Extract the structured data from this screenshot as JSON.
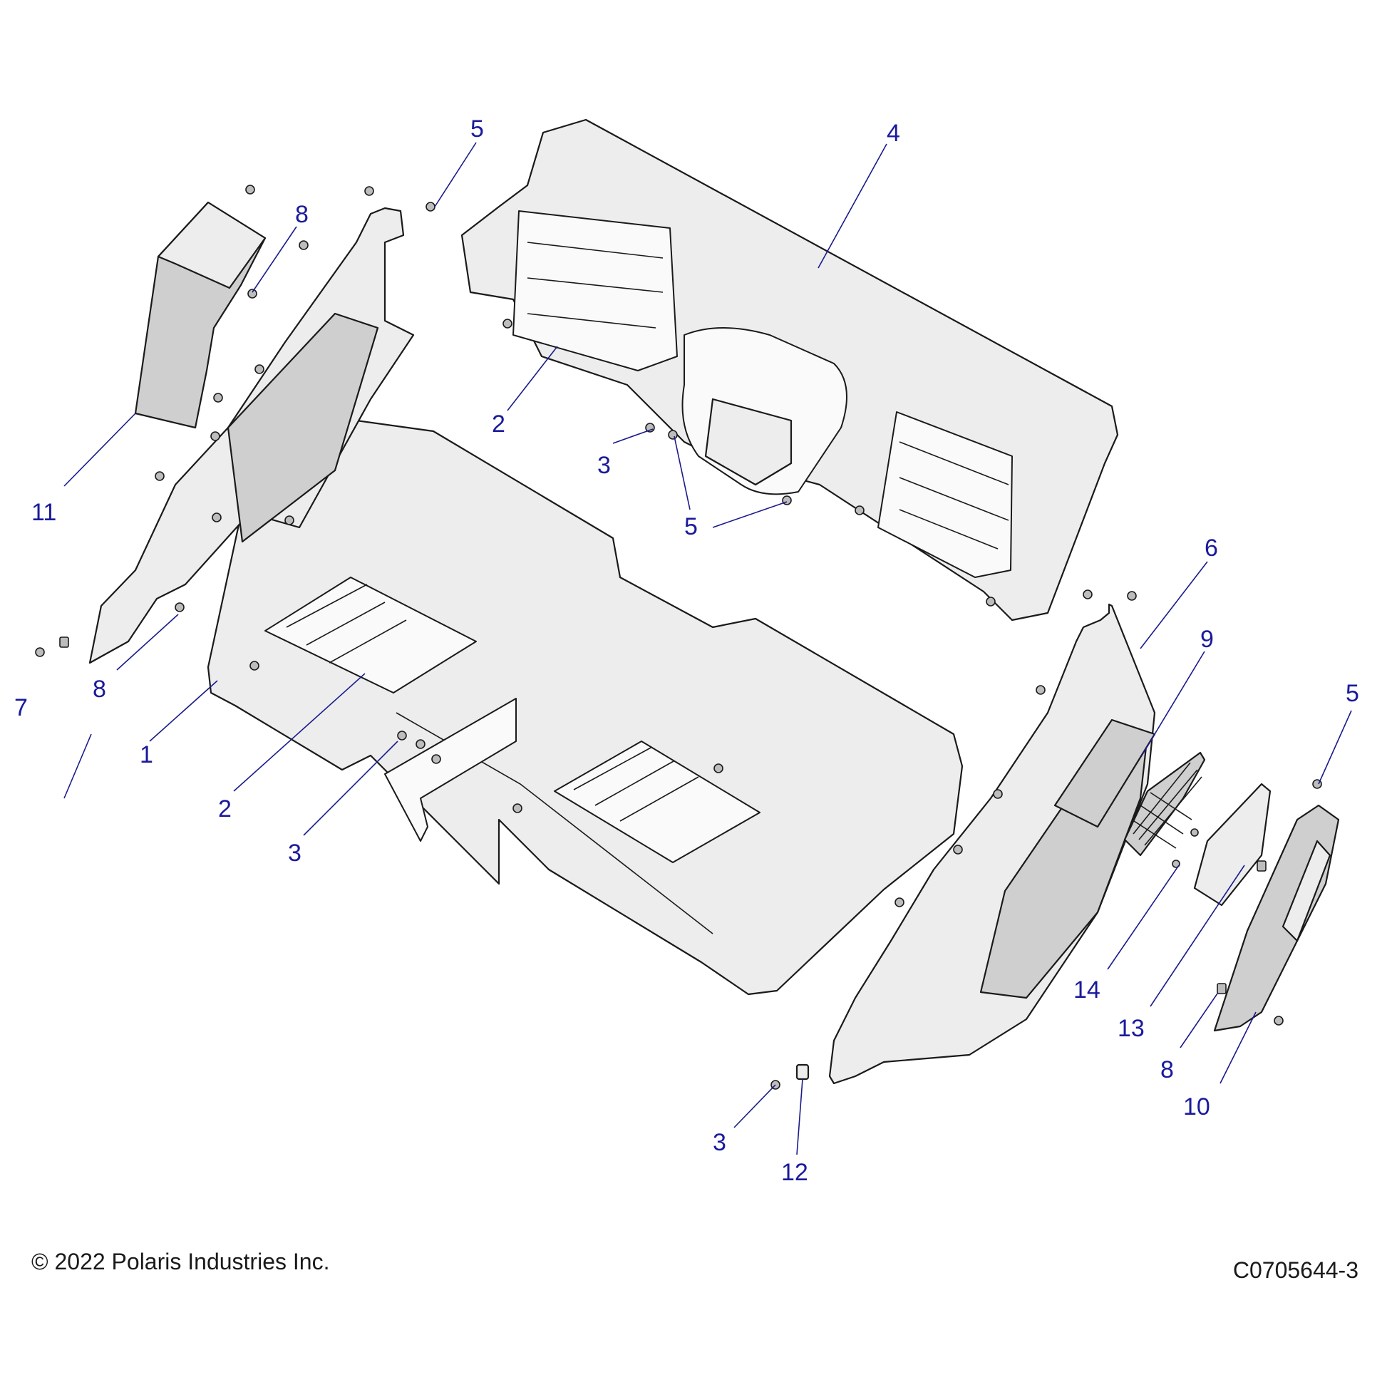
{
  "diagram": {
    "callouts": [
      {
        "label": "1",
        "part": "floor-tray-left"
      },
      {
        "label": "2",
        "part": "floor-mat-upper"
      },
      {
        "label": "2",
        "part": "floor-mat-lower"
      },
      {
        "label": "3",
        "part": "screw-upper"
      },
      {
        "label": "3",
        "part": "screw-middle"
      },
      {
        "label": "3",
        "part": "screw-lower"
      },
      {
        "label": "4",
        "part": "rear-panel"
      },
      {
        "label": "5",
        "part": "push-rivet-top"
      },
      {
        "label": "5",
        "part": "push-rivet-center"
      },
      {
        "label": "5",
        "part": "push-rivet-right"
      },
      {
        "label": "6",
        "part": "side-panel-right"
      },
      {
        "label": "7",
        "part": "side-panel-left"
      },
      {
        "label": "8",
        "part": "clip-upper-left"
      },
      {
        "label": "8",
        "part": "clip-lower-left"
      },
      {
        "label": "8",
        "part": "clip-right"
      },
      {
        "label": "9",
        "part": "vent-grille"
      },
      {
        "label": "10",
        "part": "trim-panel-right"
      },
      {
        "label": "11",
        "part": "trim-panel-left"
      },
      {
        "label": "12",
        "part": "nut-clip"
      },
      {
        "label": "13",
        "part": "vent-cover"
      },
      {
        "label": "14",
        "part": "small-screw"
      }
    ]
  },
  "footer": {
    "copyright": "© 2022 Polaris Industries Inc.",
    "drawing_number": "C0705644-3"
  }
}
